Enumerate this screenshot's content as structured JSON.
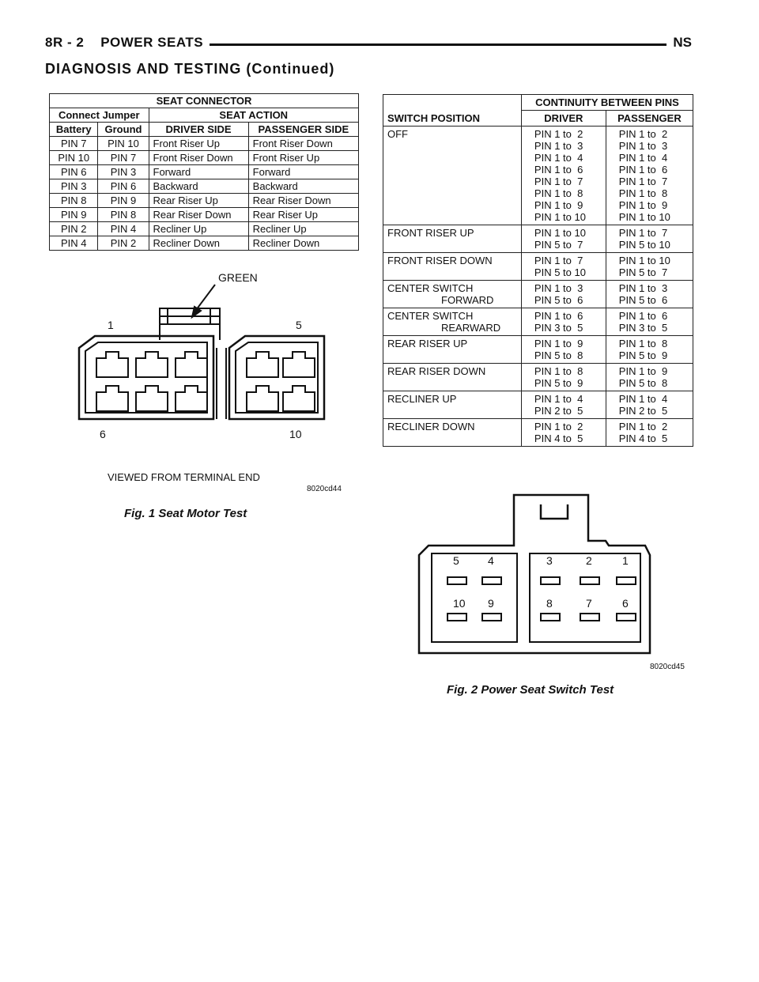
{
  "header": {
    "section_code": "8R - 2",
    "section_name": "POWER SEATS",
    "right_code": "NS"
  },
  "section_title": "DIAGNOSIS AND TESTING (Continued)",
  "seat_table": {
    "title": "SEAT CONNECTOR",
    "jumper_header": "Connect Jumper",
    "action_header": "SEAT ACTION",
    "col_battery": "Battery",
    "col_ground": "Ground",
    "col_driver": "DRIVER SIDE",
    "col_passenger": "PASSENGER SIDE",
    "rows": [
      {
        "battery": "PIN 7",
        "ground": "PIN 10",
        "driver": "Front Riser Up",
        "passenger": "Front Riser Down"
      },
      {
        "battery": "PIN 10",
        "ground": "PIN 7",
        "driver": "Front Riser Down",
        "passenger": "Front Riser Up"
      },
      {
        "battery": "PIN 6",
        "ground": "PIN 3",
        "driver": "Forward",
        "passenger": "Forward"
      },
      {
        "battery": "PIN 3",
        "ground": "PIN 6",
        "driver": "Backward",
        "passenger": "Backward"
      },
      {
        "battery": "PIN 8",
        "ground": "PIN 9",
        "driver": "Rear Riser Up",
        "passenger": "Rear Riser Down"
      },
      {
        "battery": "PIN 9",
        "ground": "PIN 8",
        "driver": "Rear Riser Down",
        "passenger": "Rear Riser Up"
      },
      {
        "battery": "PIN 2",
        "ground": "PIN 4",
        "driver": "Recliner Up",
        "passenger": "Recliner Up"
      },
      {
        "battery": "PIN 4",
        "ground": "PIN 2",
        "driver": "Recliner Down",
        "passenger": "Recliner Down"
      }
    ]
  },
  "connector1": {
    "wire_label": "GREEN",
    "pin_1": "1",
    "pin_5": "5",
    "pin_6": "6",
    "pin_10": "10",
    "view_note": "VIEWED FROM TERMINAL END",
    "figure_code": "8020cd44",
    "caption": "Fig. 1 Seat Motor Test"
  },
  "switch_table": {
    "col_position": "SWITCH POSITION",
    "continuity_header": "CONTINUITY BETWEEN PINS",
    "col_driver": "DRIVER",
    "col_passenger": "PASSENGER",
    "rows": [
      {
        "position": [
          "OFF"
        ],
        "driver": [
          "PIN 1 to  2",
          "PIN 1 to  3",
          "PIN 1 to  4",
          "PIN 1 to  6",
          "PIN 1 to  7",
          "PIN 1 to  8",
          "PIN 1 to  9",
          "PIN 1 to 10"
        ],
        "passenger": [
          "PIN 1 to  2",
          "PIN 1 to  3",
          "PIN 1 to  4",
          "PIN 1 to  6",
          "PIN 1 to  7",
          "PIN 1 to  8",
          "PIN 1 to  9",
          "PIN 1 to 10"
        ]
      },
      {
        "position": [
          "FRONT RISER UP"
        ],
        "driver": [
          "PIN 1 to 10",
          "PIN 5 to  7"
        ],
        "passenger": [
          "PIN 1 to  7",
          "PIN 5 to 10"
        ]
      },
      {
        "position": [
          "FRONT RISER DOWN"
        ],
        "driver": [
          "PIN 1 to  7",
          "PIN 5 to 10"
        ],
        "passenger": [
          "PIN 1 to 10",
          "PIN 5 to  7"
        ]
      },
      {
        "position": [
          "CENTER SWITCH",
          "FORWARD"
        ],
        "driver": [
          "PIN 1 to  3",
          "PIN 5 to  6"
        ],
        "passenger": [
          "PIN 1 to  3",
          "PIN 5 to  6"
        ]
      },
      {
        "position": [
          "CENTER SWITCH",
          "REARWARD"
        ],
        "driver": [
          "PIN 1 to  6",
          "PIN 3 to  5"
        ],
        "passenger": [
          "PIN 1 to  6",
          "PIN 3 to  5"
        ]
      },
      {
        "position": [
          "REAR RISER UP"
        ],
        "driver": [
          "PIN 1 to  9",
          "PIN 5 to  8"
        ],
        "passenger": [
          "PIN 1 to  8",
          "PIN 5 to  9"
        ]
      },
      {
        "position": [
          "REAR RISER DOWN"
        ],
        "driver": [
          "PIN 1 to  8",
          "PIN 5 to  9"
        ],
        "passenger": [
          "PIN 1 to  9",
          "PIN 5 to  8"
        ]
      },
      {
        "position": [
          "RECLINER UP"
        ],
        "driver": [
          "PIN 1 to  4",
          "PIN 2 to  5"
        ],
        "passenger": [
          "PIN 1 to  4",
          "PIN 2 to  5"
        ]
      },
      {
        "position": [
          "RECLINER DOWN"
        ],
        "driver": [
          "PIN 1 to  2",
          "PIN 4 to  5"
        ],
        "passenger": [
          "PIN 1 to  2",
          "PIN 4 to  5"
        ]
      }
    ]
  },
  "connector2": {
    "top_pins": [
      "5",
      "4",
      "3",
      "2",
      "1"
    ],
    "bottom_pins": [
      "10",
      "9",
      "8",
      "7",
      "6"
    ],
    "figure_code": "8020cd45",
    "caption": "Fig. 2 Power Seat Switch Test"
  }
}
